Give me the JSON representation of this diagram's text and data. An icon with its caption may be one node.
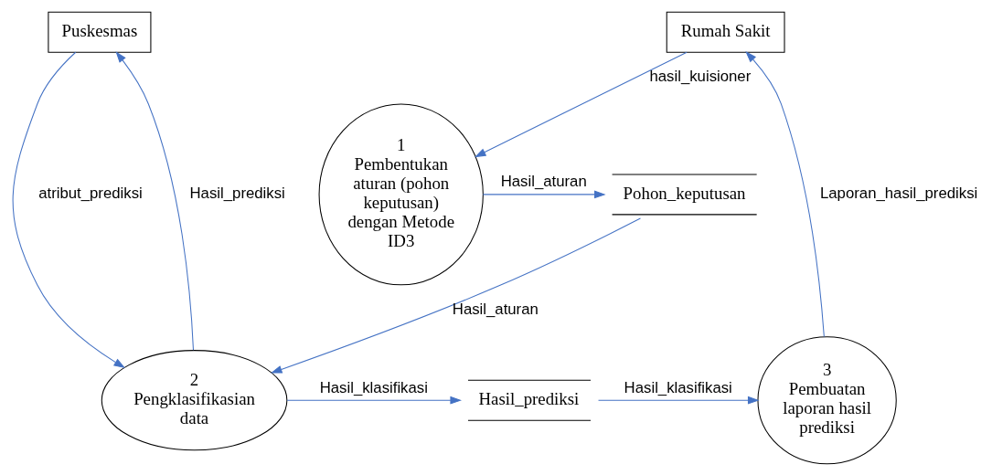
{
  "diagram": {
    "nodes": [
      {
        "text": [
          "Rumah Sakit"
        ]
      },
      {
        "text": [
          "Puskesmas"
        ]
      },
      {
        "text": [
          "3",
          "Pembuatan laporan hasil prediksi"
        ]
      },
      {
        "text": [
          "Hasil_prediksi"
        ]
      },
      {
        "text": [
          "2",
          "Pengklasifikasian data"
        ]
      },
      {
        "text": [
          "1",
          "Pembentukan aturan (pohon keputusan) dengan Metode ID3"
        ]
      },
      {
        "text": [
          "Pohon_keputusan"
        ]
      }
    ],
    "edges": [
      {
        "from": 2,
        "to": 0,
        "arrow": "to",
        "label": "Laporan_hasil_prediksi"
      },
      {
        "from": 1,
        "to": 4,
        "arrow": "to",
        "label": "atribut_prediksi"
      },
      {
        "from": 4,
        "to": 1,
        "arrow": "to",
        "label": "Hasil_prediksi"
      },
      {
        "from": 3,
        "to": 2,
        "arrow": "to",
        "label": "Hasil_klasifikasi"
      },
      {
        "from": 4,
        "to": 3,
        "arrow": "to",
        "label": "Hasil_klasifikasi"
      },
      {
        "from": 0,
        "to": 5,
        "arrow": "to",
        "label": "hasil_kuisioner"
      },
      {
        "from": 5,
        "to": 6,
        "arrow": "to",
        "label": "Hasil_aturan"
      },
      {
        "from": 6,
        "to": 4,
        "arrow": "to",
        "label": "Hasil_aturan"
      }
    ]
  }
}
